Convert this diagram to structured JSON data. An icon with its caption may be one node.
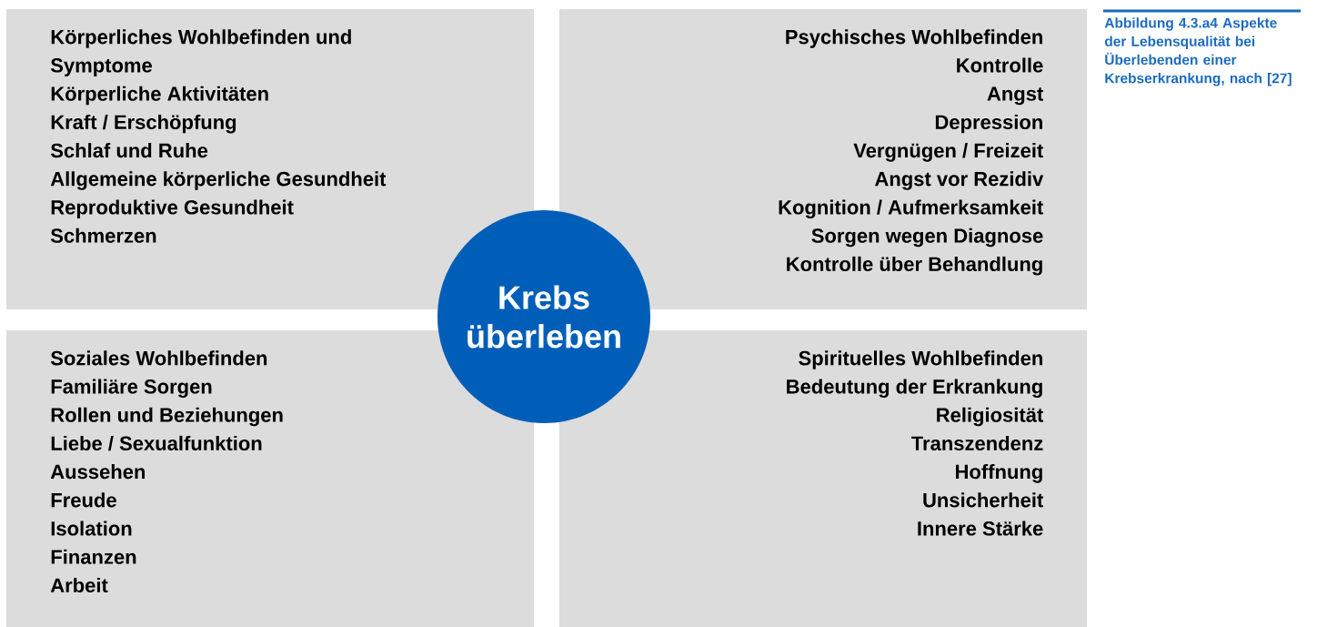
{
  "diagram": {
    "caption": "Abbildung 4.3.a4 Aspekte der Lebensqualität bei Überlebenden einer Krebserkrankung, nach [27]",
    "nodes": [
      {
        "text": [
          "Körperliches Wohlbefinden und Symptome",
          "Körperliche Aktivitäten",
          "Kraft / Erschöpfung",
          "Schlaf und Ruhe",
          "Allgemeine körperliche Gesundheit",
          "Reproduktive Gesundheit",
          "Schmerzen"
        ]
      },
      {
        "text": [
          "Psychisches Wohlbefinden",
          "Kontrolle",
          "Angst",
          "Depression",
          "Vergnügen / Freizeit",
          "Angst vor Rezidiv",
          "Kognition / Aufmerksamkeit",
          "Sorgen wegen Diagnose",
          "Kontrolle über Behandlung"
        ]
      },
      {
        "text": [
          "Soziales Wohlbefinden",
          "Familiäre Sorgen",
          "Rollen und Beziehungen",
          "Liebe / Sexualfunktion",
          "Aussehen",
          "Freude",
          "Isolation",
          "Finanzen",
          "Arbeit"
        ]
      },
      {
        "text": [
          "Spirituelles Wohlbefinden",
          "Bedeutung der Erkrankung",
          "Religiosität",
          "Transzendenz",
          "Hoffnung",
          "Unsicherheit",
          "Innere Stärke"
        ]
      },
      {
        "text": [
          "Krebs überleben"
        ]
      }
    ],
    "edges": []
  }
}
